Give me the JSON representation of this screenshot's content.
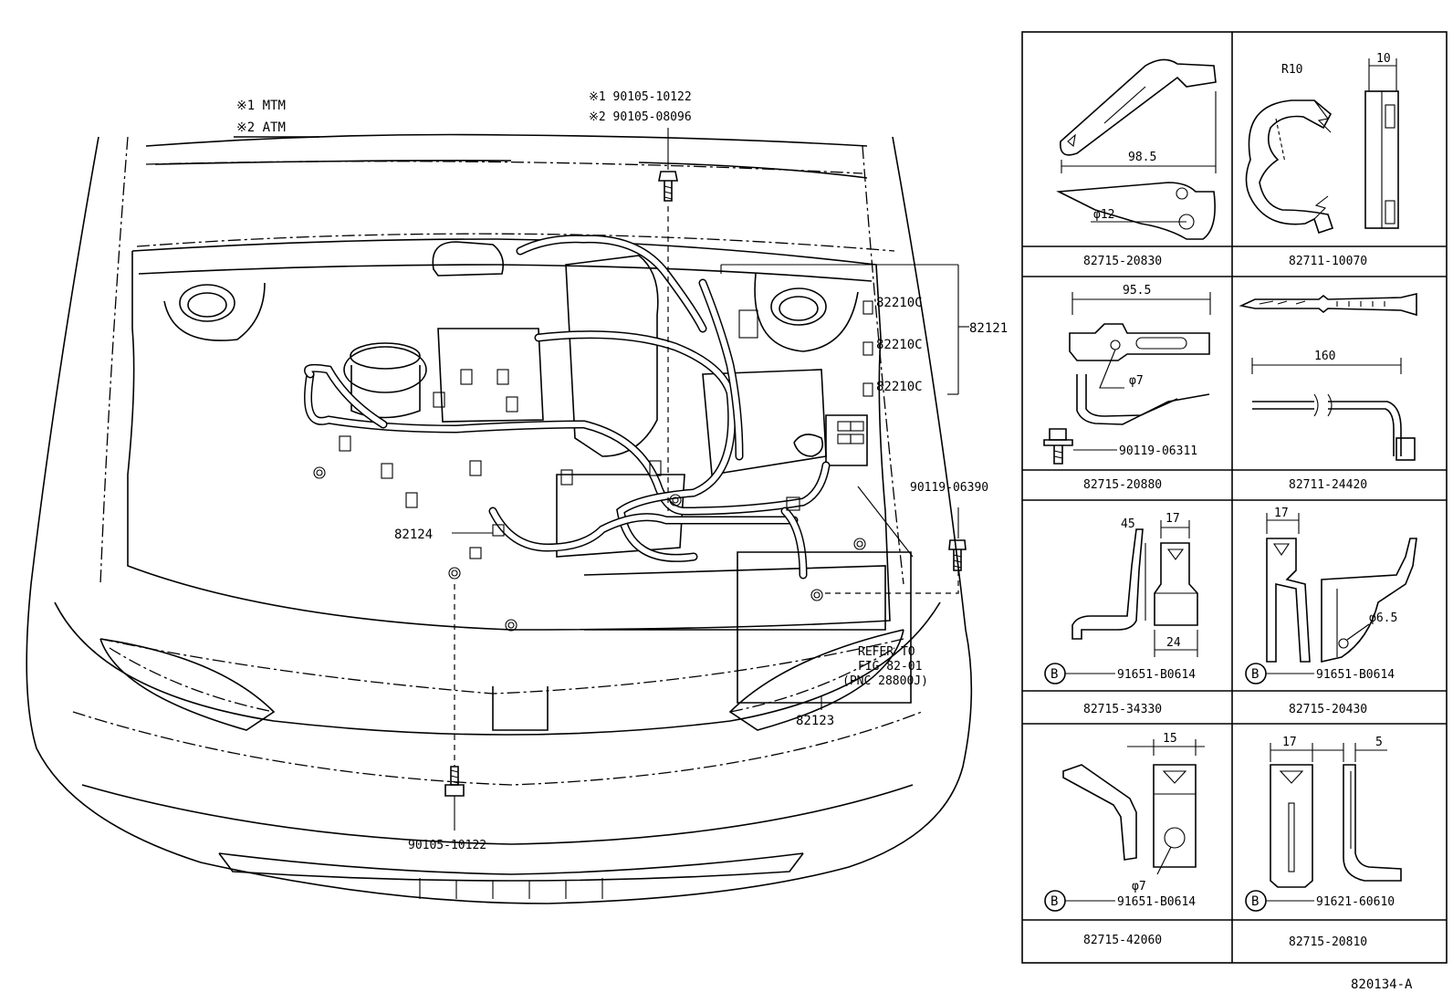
{
  "legend": {
    "note1": "※1 MTM",
    "note2": "※2 ATM"
  },
  "top_bolt": {
    "line1": "※1 90105-10122",
    "line2": "※2 90105-08096"
  },
  "relay_labels": [
    "82210C",
    "82210C",
    "82210C"
  ],
  "relay_group": "82121",
  "bolt_right": "90119-06390",
  "wire_82124": "82124",
  "refer": {
    "line1": "REFER TO",
    "line2": "FIG 82-01",
    "line3": "(PNC 28800J)"
  },
  "wire_82123": "82123",
  "bolt_bottom": "90105-10122",
  "figure_id": "820134-A",
  "parts": [
    {
      "part": "82715-20830",
      "dims": [
        "98.5",
        "φ12"
      ],
      "callout": ""
    },
    {
      "part": "82711-10070",
      "dims": [
        "R10",
        "10"
      ],
      "callout": ""
    },
    {
      "part": "82715-20880",
      "dims": [
        "95.5",
        "φ7"
      ],
      "callout": "90119-06311"
    },
    {
      "part": "82711-24420",
      "dims": [
        "160"
      ],
      "callout": ""
    },
    {
      "part": "82715-34330",
      "dims": [
        "45",
        "17",
        "24"
      ],
      "callout": "91651-B0614"
    },
    {
      "part": "82715-20430",
      "dims": [
        "17",
        "φ6.5"
      ],
      "callout": "91651-B0614"
    },
    {
      "part": "82715-42060",
      "dims": [
        "15",
        "φ7"
      ],
      "callout": "91651-B0614"
    },
    {
      "part": "82715-20810",
      "dims": [
        "17",
        "5"
      ],
      "callout": "91621-60610"
    }
  ],
  "circle_mark": "B"
}
